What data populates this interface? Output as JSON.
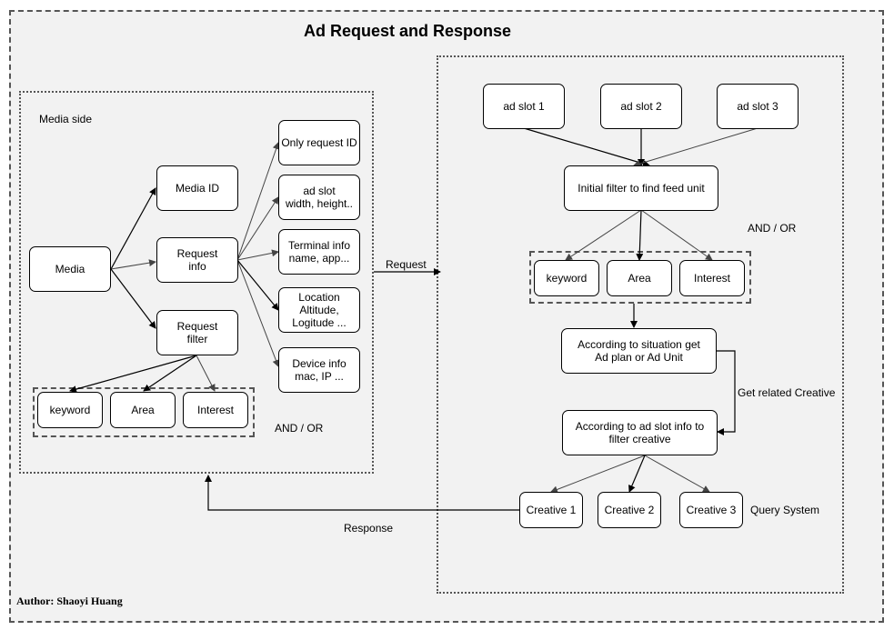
{
  "title": "Ad  Request and Response",
  "author": "Author: Shaoyi Huang",
  "media_side": {
    "label": "Media side",
    "media": "Media",
    "media_id": "Media ID",
    "request_info": "Request\ninfo",
    "request_filter": "Request\nfilter",
    "details": [
      "Only request ID",
      "ad slot\nwidth, height..",
      "Terminal info\nname, app...",
      "Location\nAltitude,\nLogitude ...",
      "Device info\nmac, IP ..."
    ],
    "filters": [
      "keyword",
      "Area",
      "Interest"
    ],
    "and_or": "AND / OR"
  },
  "query_system": {
    "label": "Query System",
    "ad_slots": [
      "ad slot 1",
      "ad slot 2",
      "ad slot 3"
    ],
    "initial_filter": "Initial filter to find feed unit",
    "and_or": "AND / OR",
    "filters": [
      "keyword",
      "Area",
      "Interest"
    ],
    "situation": "According to situation  get\nAd plan or Ad Unit",
    "get_related": "Get related Creative",
    "slot_filter": "According to ad slot info to\nfilter creative",
    "creatives": [
      "Creative 1",
      "Creative 2",
      "Creative 3"
    ]
  },
  "edges": {
    "request": "Request",
    "response": "Response"
  },
  "colors": {
    "outer_bg": "#f2f2f2",
    "panel_bg": "#f2f2f2",
    "box_bg": "#ffffff",
    "stroke": "#000000",
    "gray_line": "#555555",
    "dashed_group": "#555555"
  }
}
